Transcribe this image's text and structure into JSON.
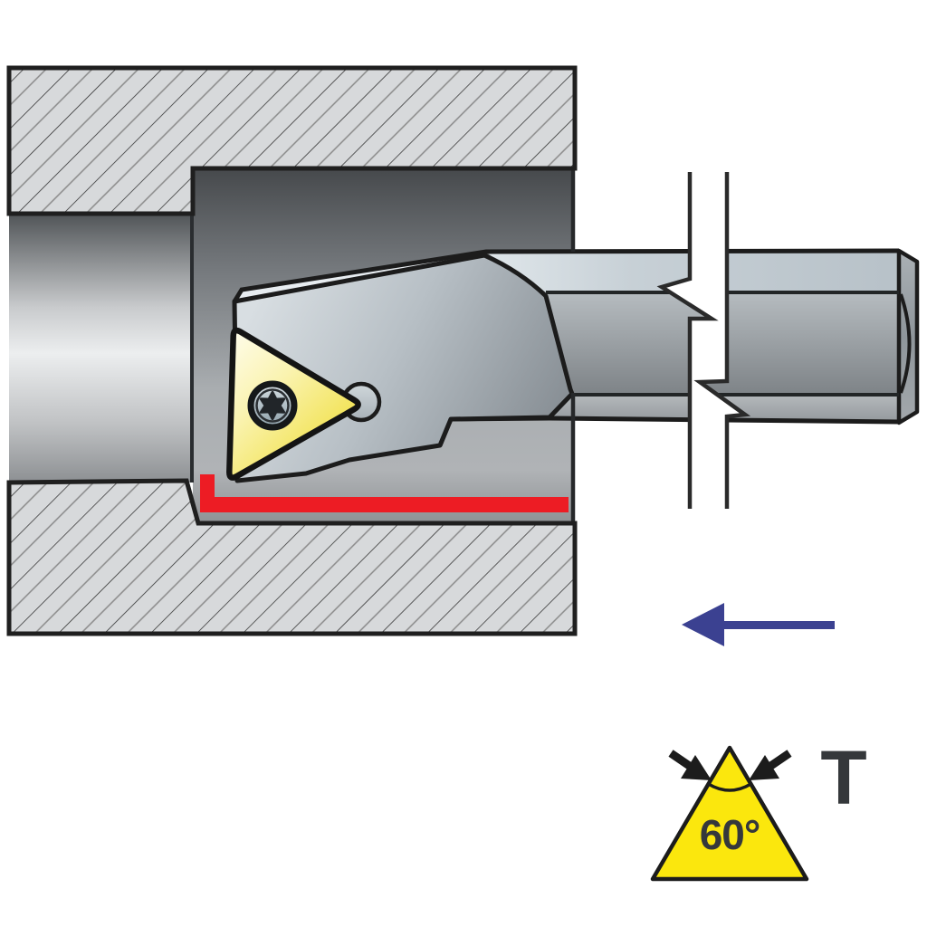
{
  "legend": {
    "angle_label": "60°",
    "shape_letter": "T"
  },
  "colors": {
    "insert_yellow": "#fbe70d",
    "machined_surface_red": "#ed1c24",
    "feed_arrow_blue": "#3b4191",
    "label_gray": "#35383b",
    "outline_black": "#1c1c1c",
    "workpiece_fill": "#d7d9db"
  },
  "icons": {
    "feed_direction_arrow": "left-arrow",
    "clamp_screw": "torx-six-point-star",
    "legend_angle_arrows": "solid-arrowheads-pointing-at-apex",
    "break_symbol": "shank-break-zigzag-lines"
  }
}
